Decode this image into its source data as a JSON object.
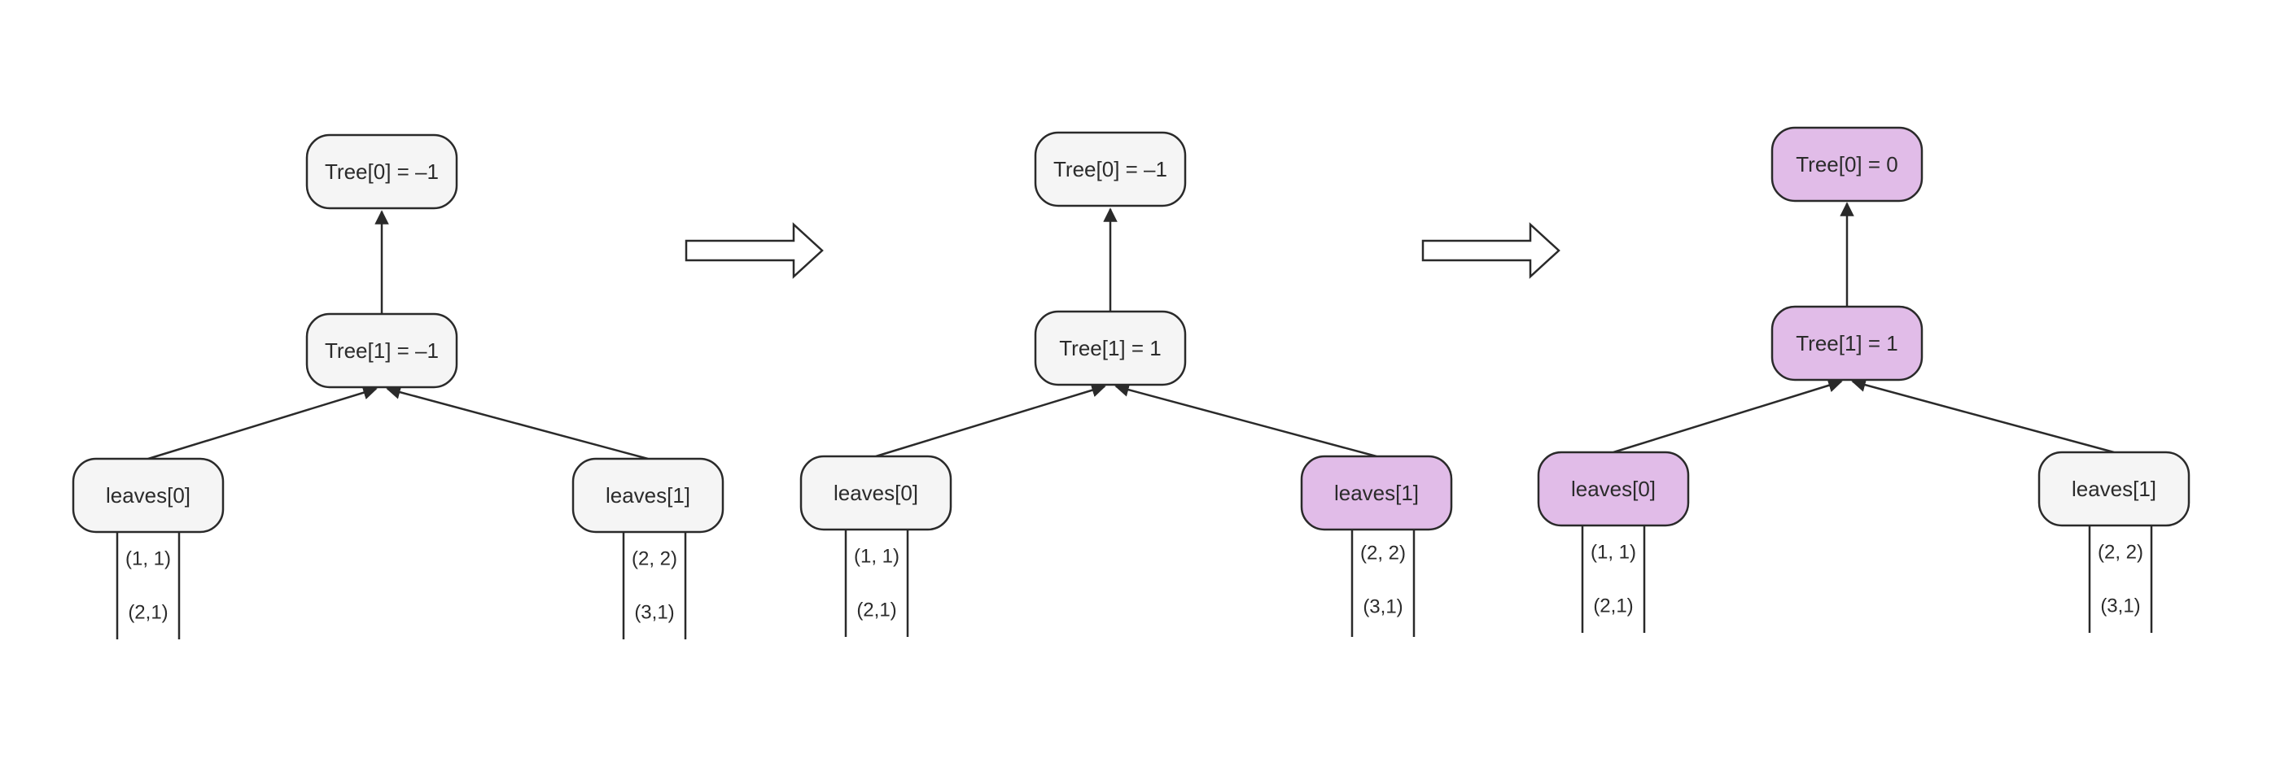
{
  "colors": {
    "node_fill": "#f5f5f5",
    "highlight_fill": "#e1bce8",
    "stroke": "#2a2a2a",
    "text": "#2b2b2b"
  },
  "panels": [
    {
      "root": {
        "label": "Tree[0] = –1",
        "highlighted": false
      },
      "mid": {
        "label": "Tree[1] = –1",
        "highlighted": false
      },
      "left_leaf": {
        "label": "leaves[0]",
        "highlighted": false,
        "items": [
          "(1, 1)",
          "(2,1)"
        ]
      },
      "right_leaf": {
        "label": "leaves[1]",
        "highlighted": false,
        "items": [
          "(2, 2)",
          "(3,1)"
        ]
      }
    },
    {
      "root": {
        "label": "Tree[0] = –1",
        "highlighted": false
      },
      "mid": {
        "label": "Tree[1] = 1",
        "highlighted": false
      },
      "left_leaf": {
        "label": "leaves[0]",
        "highlighted": false,
        "items": [
          "(1, 1)",
          "(2,1)"
        ]
      },
      "right_leaf": {
        "label": "leaves[1]",
        "highlighted": true,
        "items": [
          "(2, 2)",
          "(3,1)"
        ]
      }
    },
    {
      "root": {
        "label": "Tree[0] = 0",
        "highlighted": true
      },
      "mid": {
        "label": "Tree[1] = 1",
        "highlighted": true
      },
      "left_leaf": {
        "label": "leaves[0]",
        "highlighted": true,
        "items": [
          "(1, 1)",
          "(2,1)"
        ]
      },
      "right_leaf": {
        "label": "leaves[1]",
        "highlighted": false,
        "items": [
          "(2, 2)",
          "(3,1)"
        ]
      }
    }
  ]
}
